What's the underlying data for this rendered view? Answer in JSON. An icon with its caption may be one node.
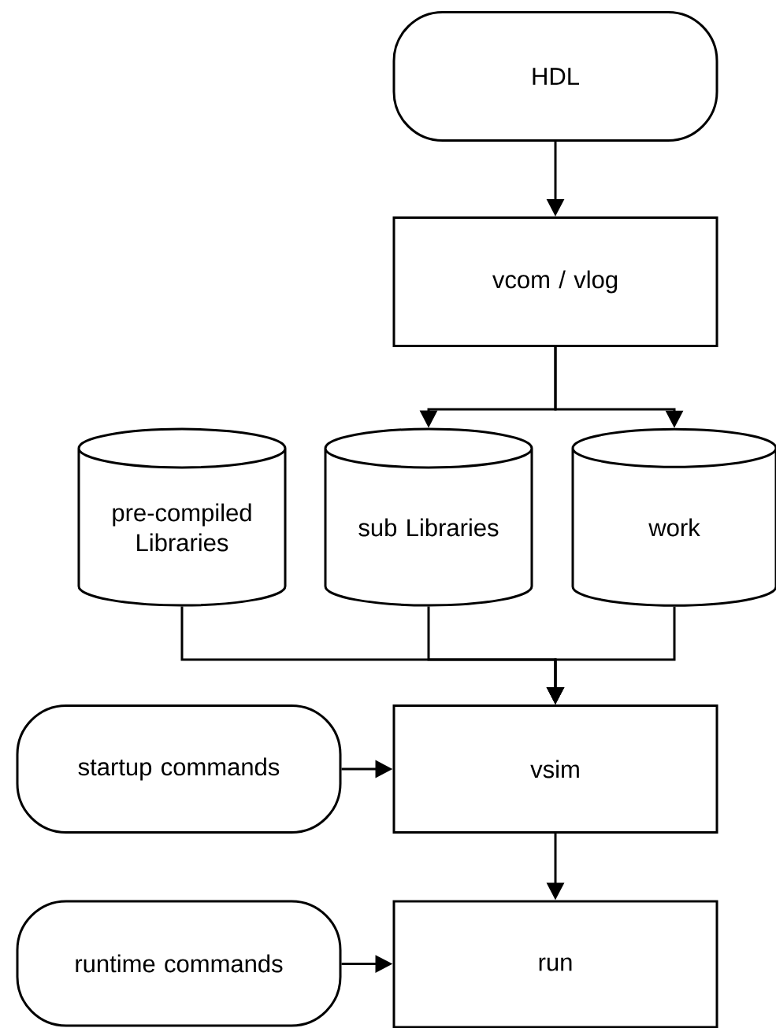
{
  "diagram": {
    "nodes": [
      {
        "text": [
          "HDL"
        ]
      },
      {
        "text": [
          "vcom / vlog"
        ]
      },
      {
        "text": [
          "pre-compiled Libraries"
        ]
      },
      {
        "text": [
          "sub Libraries"
        ]
      },
      {
        "text": [
          "work"
        ]
      },
      {
        "text": [
          "startup commands"
        ]
      },
      {
        "text": [
          "vsim"
        ]
      },
      {
        "text": [
          "runtime commands"
        ]
      },
      {
        "text": [
          "run"
        ]
      }
    ],
    "edges": [
      {
        "from": 0,
        "to": 1,
        "arrow": "to"
      },
      {
        "from": 1,
        "to": 3,
        "arrow": "to"
      },
      {
        "from": 1,
        "to": 4,
        "arrow": "to"
      },
      {
        "from": 2,
        "to": 6,
        "arrow": "to"
      },
      {
        "from": 3,
        "to": 6,
        "arrow": "to"
      },
      {
        "from": 4,
        "to": 6,
        "arrow": "to"
      },
      {
        "from": 5,
        "to": 6,
        "arrow": "to"
      },
      {
        "from": 6,
        "to": 8,
        "arrow": "to"
      },
      {
        "from": 7,
        "to": 8,
        "arrow": "to"
      }
    ]
  }
}
